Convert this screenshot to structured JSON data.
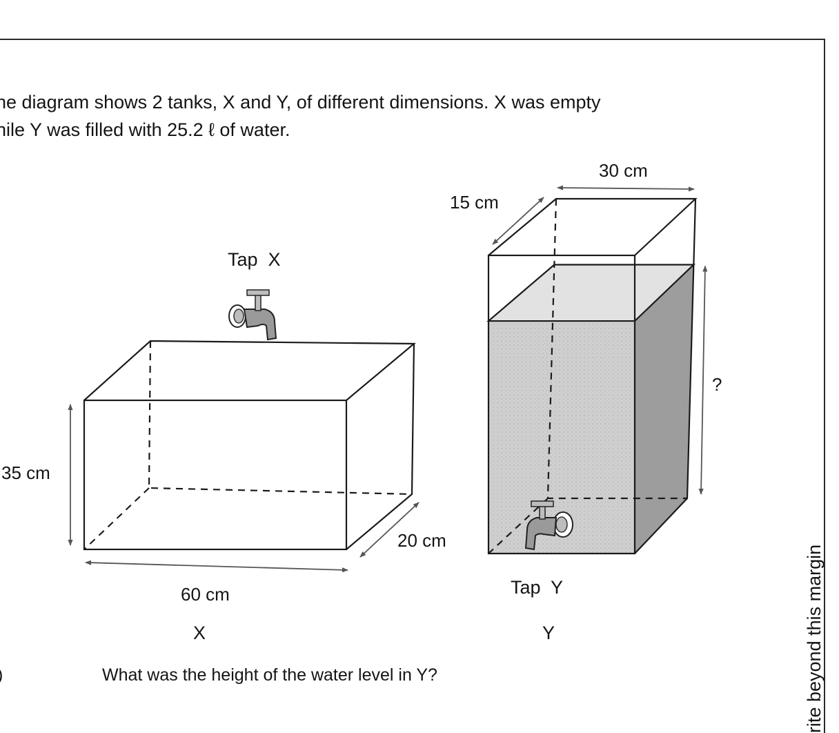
{
  "intro": {
    "line1": "he diagram shows 2 tanks, X and Y, of different dimensions. X was empty",
    "line2": "hile Y was filled with 25.2 ℓ of water."
  },
  "tank_x": {
    "tap_label": "Tap  X",
    "height_label": "35 cm",
    "length_label": "60 cm",
    "width_label": "20 cm",
    "name": "X"
  },
  "tank_y": {
    "depth_label": "15 cm",
    "length_label": "30 cm",
    "unknown_label": "?",
    "tap_label": "Tap  Y",
    "name": "Y",
    "water_level_fraction": 0.78
  },
  "question": {
    "number": ")",
    "text": "What was the height of the water level in Y?"
  },
  "margin_note": "rite beyond this margin",
  "colors": {
    "ink": "#141414",
    "water_front": "#cfcfcf",
    "water_side": "#9d9d9d",
    "water_top": "#e2e2e2"
  }
}
